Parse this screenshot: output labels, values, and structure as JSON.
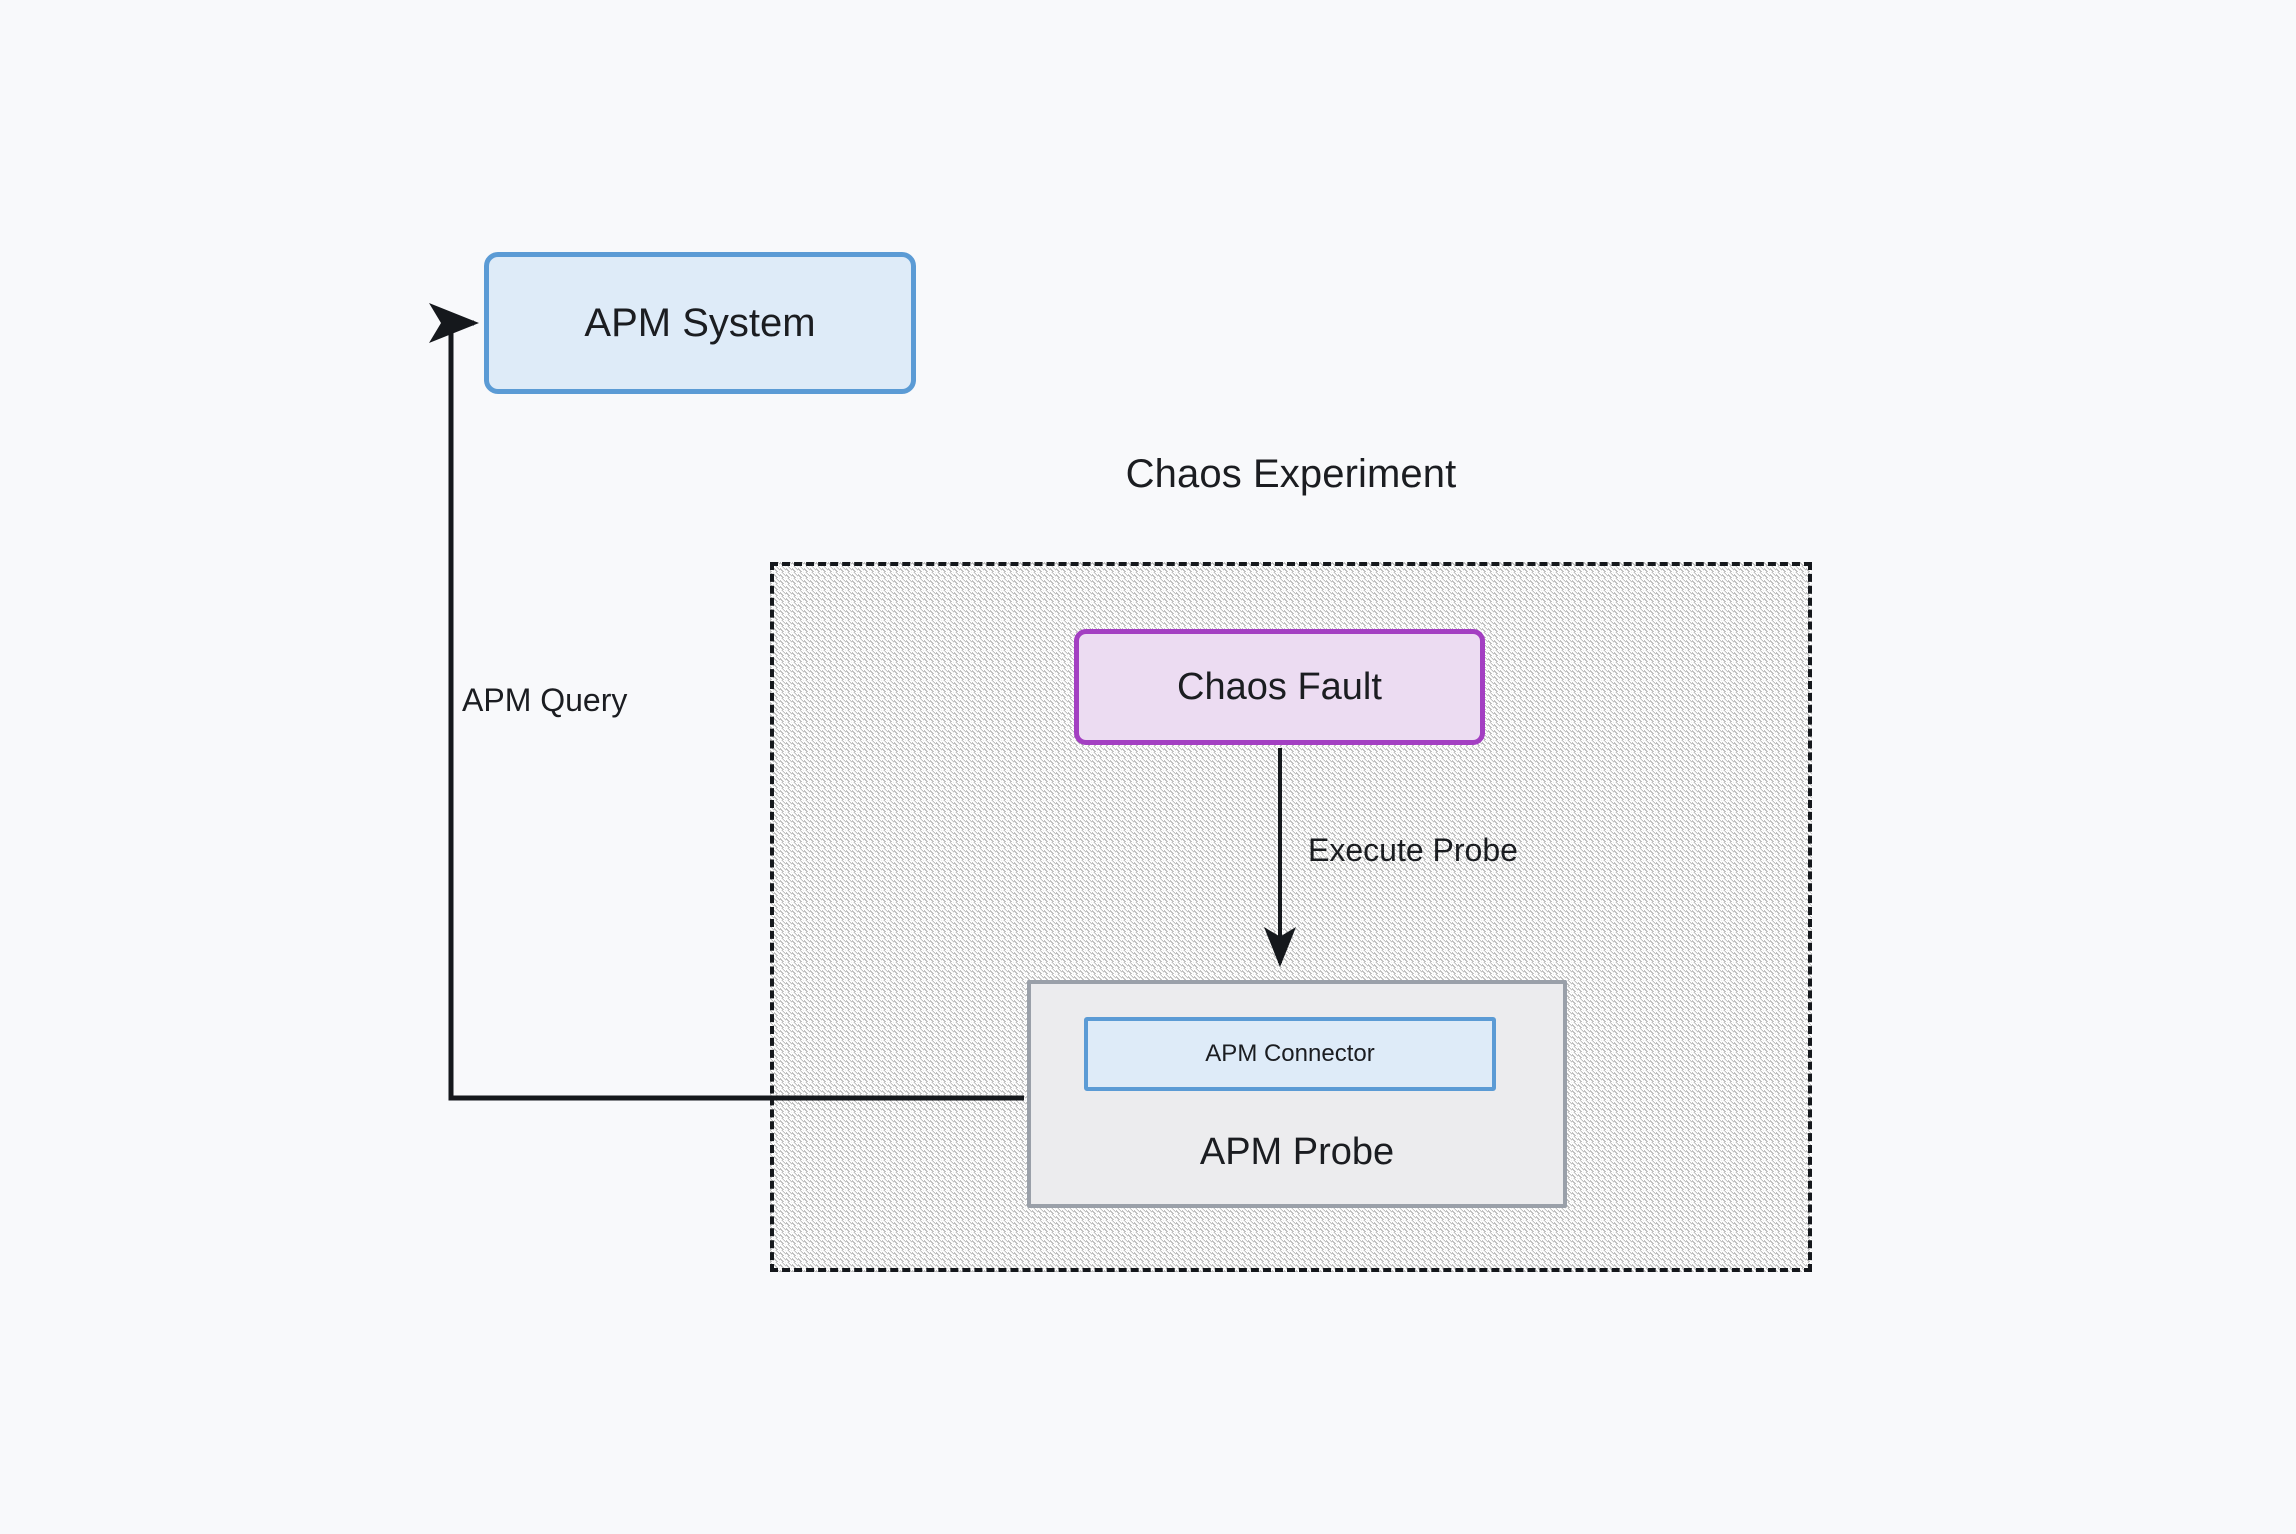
{
  "diagram": {
    "background_color": "#f8f9fb",
    "group": {
      "title": "Chaos Experiment",
      "border_style": "dashed",
      "border_color": "#15181c",
      "fill": "hatched-gray"
    },
    "nodes": [
      {
        "id": "apm-system",
        "label": "APM System",
        "fill": "#deebf8",
        "stroke": "#5b9bd5"
      },
      {
        "id": "chaos-fault",
        "label": "Chaos Fault",
        "fill": "#ecdcf2",
        "stroke": "#a33fc2"
      },
      {
        "id": "apm-probe",
        "label": "APM Probe",
        "fill": "#ececee",
        "stroke": "#9aa0a9"
      },
      {
        "id": "apm-connector",
        "label": "APM Connector",
        "fill": "#deebf8",
        "stroke": "#5b9bd5"
      }
    ],
    "edges": [
      {
        "id": "execute-probe",
        "label": "Execute Probe",
        "from": "chaos-fault",
        "to": "apm-probe",
        "color": "#15181c"
      },
      {
        "id": "apm-query",
        "label": "APM Query",
        "from": "apm-probe",
        "to": "apm-system",
        "color": "#15181c"
      }
    ]
  }
}
